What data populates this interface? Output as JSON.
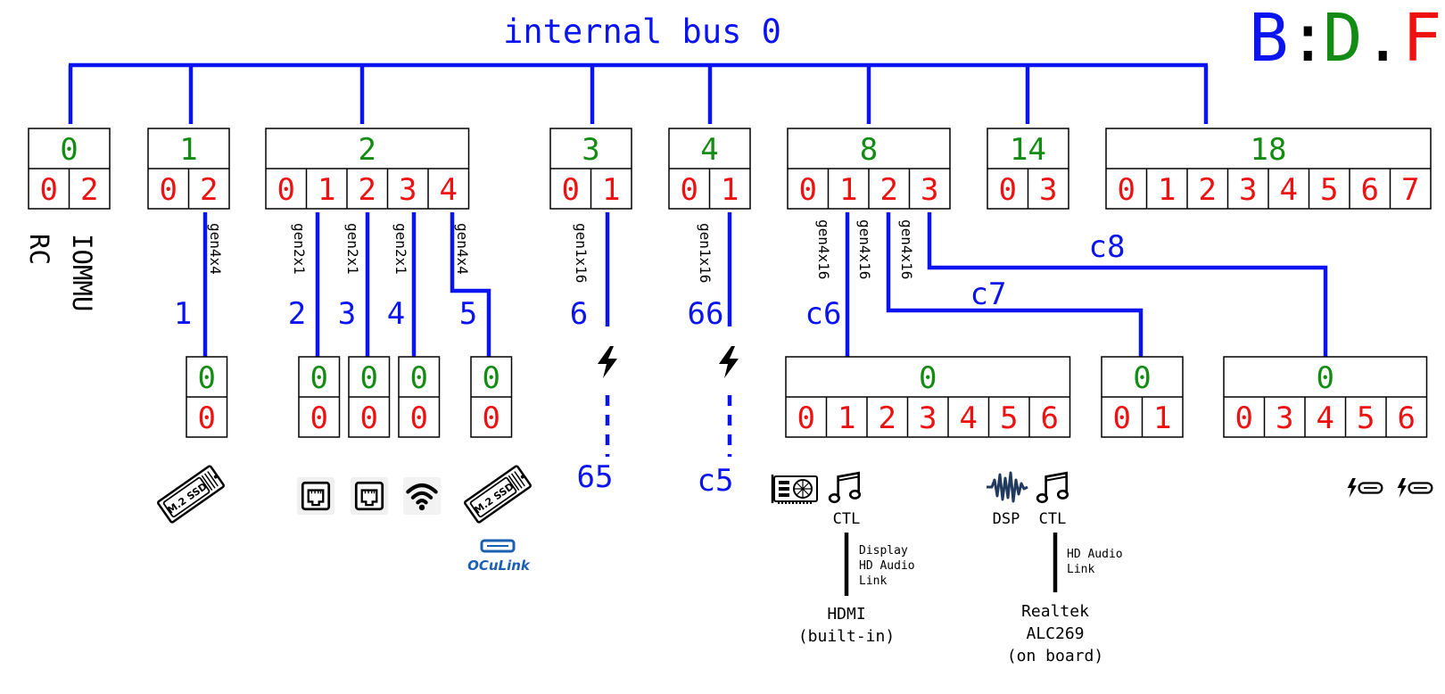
{
  "title": "internal bus 0",
  "legend": {
    "b": "B",
    "sep1": ":",
    "d": "D",
    "sep2": ".",
    "f": "F"
  },
  "colors": {
    "bus": "#0a14f0",
    "device": "#128c12",
    "function": "#ee1111",
    "text": "#000000"
  },
  "root_devices": [
    {
      "device": "0",
      "functions": [
        "0",
        "2"
      ]
    },
    {
      "device": "1",
      "functions": [
        "0",
        "2"
      ]
    },
    {
      "device": "2",
      "functions": [
        "0",
        "1",
        "2",
        "3",
        "4"
      ]
    },
    {
      "device": "3",
      "functions": [
        "0",
        "1"
      ]
    },
    {
      "device": "4",
      "functions": [
        "0",
        "1"
      ]
    },
    {
      "device": "8",
      "functions": [
        "0",
        "1",
        "2",
        "3"
      ]
    },
    {
      "device": "14",
      "functions": [
        "0",
        "3"
      ]
    },
    {
      "device": "18",
      "functions": [
        "0",
        "1",
        "2",
        "3",
        "4",
        "5",
        "6",
        "7"
      ]
    }
  ],
  "root_labels": {
    "rc": "RC",
    "iommu": "IOMMU"
  },
  "links": [
    {
      "label": "gen4x4",
      "bus": "1"
    },
    {
      "label": "gen2x1",
      "bus": "2"
    },
    {
      "label": "gen2x1",
      "bus": "3"
    },
    {
      "label": "gen2x1",
      "bus": "4"
    },
    {
      "label": "gen4x4",
      "bus": "5"
    },
    {
      "label": "gen1x16",
      "bus": "6",
      "hotplug_bus": "65"
    },
    {
      "label": "gen1x16",
      "bus": "66",
      "hotplug_bus": "c5"
    },
    {
      "label": "gen4x16",
      "bus": "c6"
    },
    {
      "label": "gen4x16",
      "bus": "c7"
    },
    {
      "label": "gen4x16",
      "bus": "c8"
    }
  ],
  "child_devices": [
    {
      "device": "0",
      "functions": [
        "0"
      ]
    },
    {
      "device": "0",
      "functions": [
        "0"
      ]
    },
    {
      "device": "0",
      "functions": [
        "0"
      ]
    },
    {
      "device": "0",
      "functions": [
        "0"
      ]
    },
    {
      "device": "0",
      "functions": [
        "0"
      ]
    },
    {
      "device": "0",
      "functions": [
        "0",
        "1",
        "2",
        "3",
        "4",
        "5",
        "6"
      ]
    },
    {
      "device": "0",
      "functions": [
        "0",
        "1"
      ]
    },
    {
      "device": "0",
      "functions": [
        "0",
        "3",
        "4",
        "5",
        "6"
      ]
    }
  ],
  "peripherals": {
    "ssd_label": "M.2 SSD",
    "oculink": "OCuLink",
    "ctl1": "CTL",
    "ctl2": "CTL",
    "dsp": "DSP",
    "display_link": [
      "Display",
      "HD Audio",
      "Link"
    ],
    "hdmi": [
      "HDMI",
      "(built-in)"
    ],
    "hda_link": [
      "HD Audio",
      "Link"
    ],
    "realtek": [
      "Realtek",
      "ALC269",
      "(on board)"
    ]
  },
  "icons": [
    "ssd-icon",
    "ethernet-icon",
    "wifi-icon",
    "oculink-icon",
    "lightning-icon",
    "gpu-icon",
    "music-note-icon",
    "waveform-icon",
    "thunderbolt-usbc-icon"
  ]
}
